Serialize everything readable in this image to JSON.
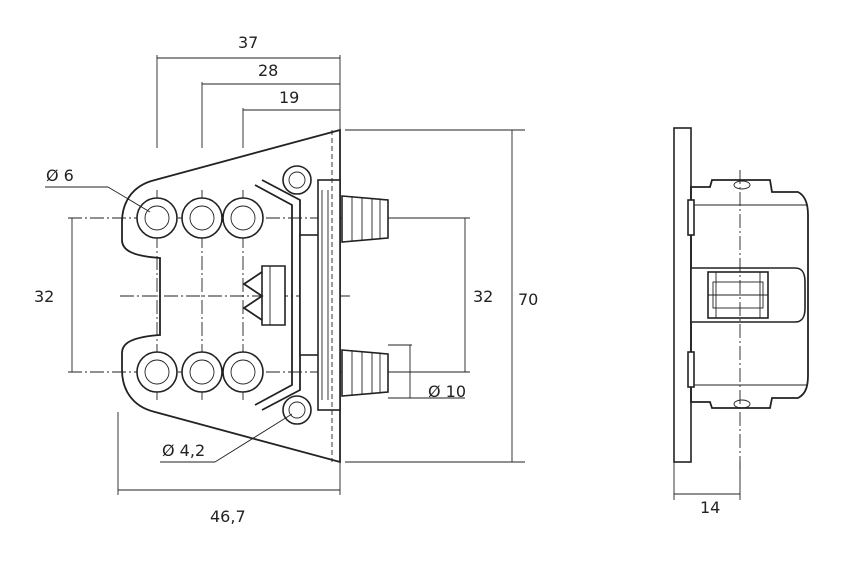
{
  "front_view": {
    "dimensions": {
      "width_37": "37",
      "width_28": "28",
      "width_19": "19",
      "hole_dia_6": "Ø 6",
      "vertical_32_left": "32",
      "vertical_32_right": "32",
      "height_70": "70",
      "pin_dia_10": "Ø 10",
      "screw_dia_4_2": "Ø 4,2",
      "overall_46_7": "46,7"
    }
  },
  "side_view": {
    "dimensions": {
      "depth_14": "14"
    }
  },
  "colors": {
    "line": "#222222",
    "background": "#ffffff"
  }
}
